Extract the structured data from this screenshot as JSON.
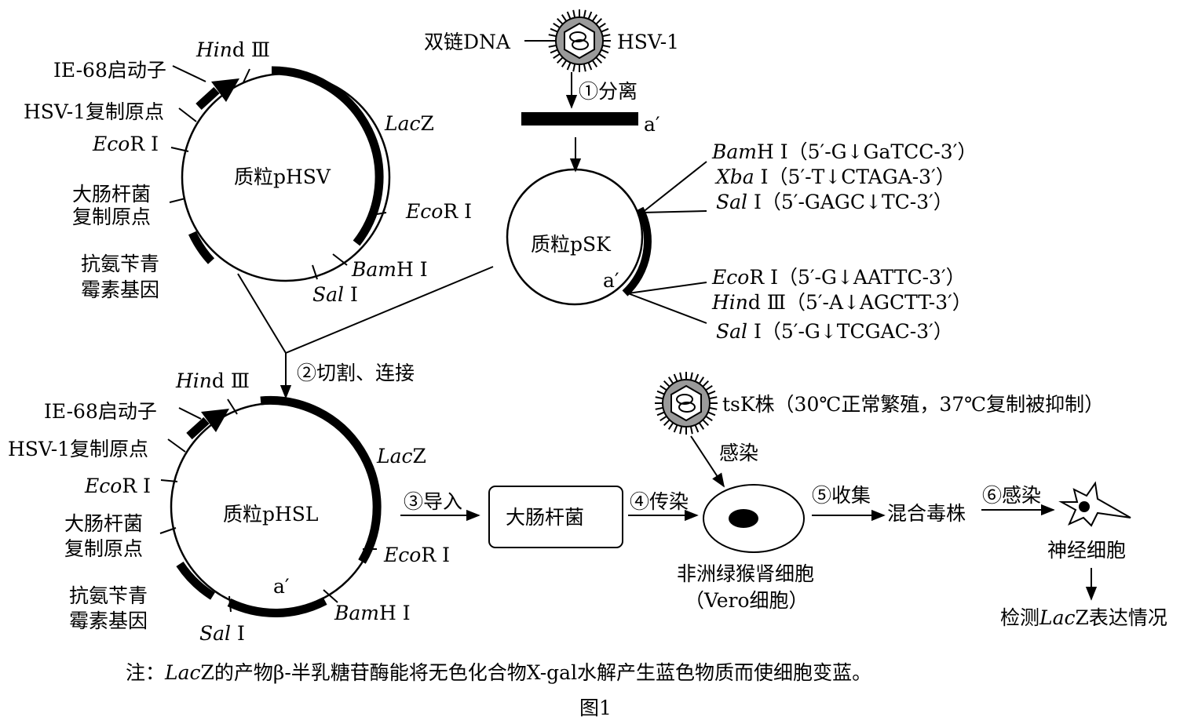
{
  "colors": {
    "ink": "#000000",
    "virus_gray": "#9a9a9a",
    "background": "#ffffff"
  },
  "virus": {
    "dna_label": "双链DNA",
    "name": "HSV-1"
  },
  "steps": {
    "s1": "①分离",
    "s2": "②切割、连接",
    "s3": "③导入",
    "s4": "④传染",
    "s5": "⑤收集",
    "s6": "⑥感染"
  },
  "fragment": {
    "label": "a′"
  },
  "plasmid_phsv": {
    "title": "质粒pHSV",
    "hind_it": "Hin",
    "hind_rest": "d Ⅲ",
    "promoter": "IE-68启动子",
    "hsv_ori": "HSV-1复制原点",
    "ecori_left_it": "Eco",
    "ecori_left_rest": "R Ⅰ",
    "ecoli_ori_1": "大肠杆菌",
    "ecoli_ori_2": "复制原点",
    "amp_1": "抗氨苄青",
    "amp_2": "霉素基因",
    "sal_it": "Sal",
    "sal_rest": " Ⅰ",
    "bam_it": "Bam",
    "bam_rest": "H Ⅰ",
    "ecori_right_it": "Eco",
    "ecori_right_rest": "R Ⅰ",
    "lacz_it": "Lac",
    "lacz_rest": "Z"
  },
  "plasmid_psk": {
    "title": "质粒pSK",
    "insert": "a′",
    "sites_top": [
      {
        "name_it": "Bam",
        "name_rest": "H Ⅰ",
        "seq": "（5′-G↓GaTCC-3′）"
      },
      {
        "name_it": "Xba",
        "name_rest": " Ⅰ",
        "seq": "（5′-T↓CTAGA-3′）"
      },
      {
        "name_it": "Sal",
        "name_rest": " Ⅰ",
        "seq": "（5′-GAGC↓TC-3′）"
      }
    ],
    "sites_bottom": [
      {
        "name_it": "Eco",
        "name_rest": "R Ⅰ",
        "seq": "（5′-G↓AATTC-3′）"
      },
      {
        "name_it": "Hin",
        "name_rest": "d Ⅲ",
        "seq": "（5′-A↓AGCTT-3′）"
      },
      {
        "name_it": "Sal",
        "name_rest": " Ⅰ",
        "seq": "（5′-G↓TCGAC-3′）"
      }
    ]
  },
  "plasmid_phsl": {
    "title": "质粒pHSL",
    "insert": "a′",
    "hind_it": "Hin",
    "hind_rest": "d Ⅲ",
    "promoter": "IE-68启动子",
    "hsv_ori": "HSV-1复制原点",
    "ecori_left_it": "Eco",
    "ecori_left_rest": "R Ⅰ",
    "ecoli_ori_1": "大肠杆菌",
    "ecoli_ori_2": "复制原点",
    "amp_1": "抗氨苄青",
    "amp_2": "霉素基因",
    "sal_it": "Sal",
    "sal_rest": " Ⅰ",
    "bam_it": "Bam",
    "bam_rest": "H Ⅰ",
    "ecori_right_it": "Eco",
    "ecori_right_rest": "R Ⅰ",
    "lacz_it": "Lac",
    "lacz_rest": "Z"
  },
  "ecoli_box": "大肠杆菌",
  "tsk": {
    "label": "tsK株（30℃正常繁殖，37℃复制被抑制）",
    "infect": "感染"
  },
  "vero": {
    "line1": "非洲绿猴肾细胞",
    "line2": "（Vero细胞）"
  },
  "mixed": "混合毒株",
  "neuron": "神经细胞",
  "detect": {
    "pre": "检测",
    "it": "Lac",
    "post": "Z表达情况"
  },
  "note": {
    "pre": "注：",
    "it": "Lac",
    "post": "Z的产物β-半乳糖苷酶能将无色化合物X-gal水解产生蓝色物质而使细胞变蓝。"
  },
  "figure_label": "图1"
}
